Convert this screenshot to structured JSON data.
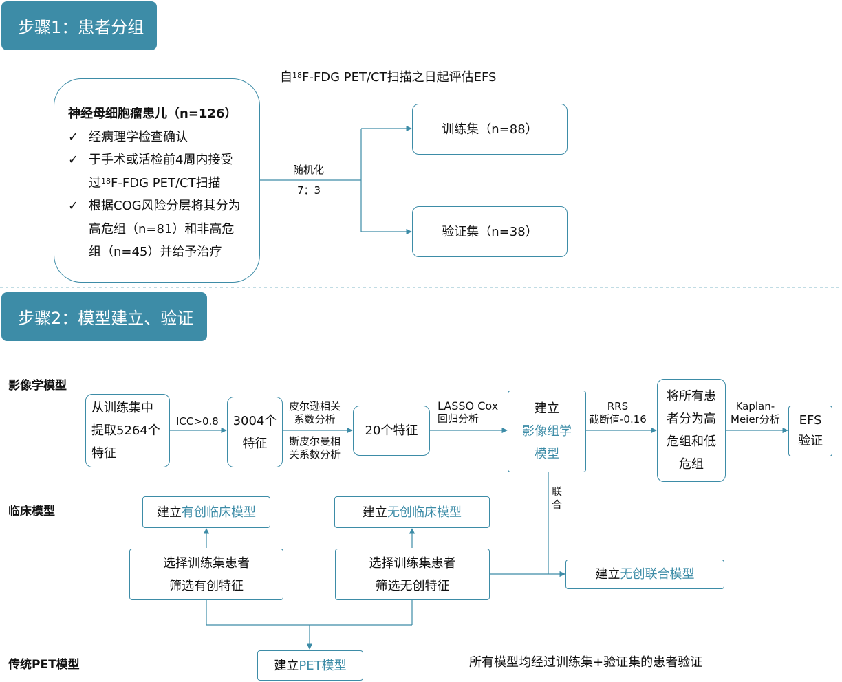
{
  "step1": {
    "label": "步骤1：患者分组"
  },
  "step2": {
    "label": "步骤2：模型建立、验证"
  },
  "efs_note": {
    "pre": "自",
    "sup": "18",
    "post": "F-FDG PET/CT扫描之日起评估EFS"
  },
  "patients": {
    "title": "神经母细胞瘤患儿（n=126）",
    "check_mark": "✓",
    "criteria": [
      {
        "line1": "经病理学检查确认"
      },
      {
        "line1": "于手术或活检前4周内接受",
        "line2_pre": "过",
        "line2_sup": "18",
        "line2_post": "F-FDG PET/CT扫描"
      },
      {
        "line1": "根据COG风险分层将其分为",
        "line2": "高危组（n=81）和非高危",
        "line3": "组（n=45）并给予治疗"
      }
    ]
  },
  "randomize": {
    "label": "随机化",
    "ratio": "7：3"
  },
  "train_set": {
    "label": "训练集（n=88）"
  },
  "valid_set": {
    "label": "验证集（n=38）"
  },
  "sections": {
    "imaging": "影像学模型",
    "clinical": "临床模型",
    "pet": "传统PET模型"
  },
  "imaging_flow": {
    "extract": {
      "l1": "从训练集中",
      "l2": "提取5264个",
      "l3": "特征"
    },
    "icc": "ICC>0.8",
    "features3004": {
      "l1": "3004个",
      "l2": "特征"
    },
    "pearson": {
      "l1": "皮尔逊相关",
      "l2": "系数分析"
    },
    "spearman": {
      "l1": "斯皮尔曼相",
      "l2": "关系数分析"
    },
    "features20": "20个特征",
    "lasso": {
      "l1": "LASSO Cox",
      "l2": "回归分析"
    },
    "radiomics": {
      "l1": "建立",
      "l2": "影像组学",
      "l3": "模型"
    },
    "rrs": {
      "l1": "RRS",
      "l2": "截断值-0.16"
    },
    "stratify": {
      "l1": "将所有患",
      "l2": "者分为高",
      "l3": "危组和低",
      "l4": "危组"
    },
    "km": {
      "l1": "Kaplan-",
      "l2": "Meier分析"
    },
    "efs": {
      "l1": "EFS",
      "l2": "验证"
    }
  },
  "combine": {
    "l1": "联",
    "l2": "合"
  },
  "clinical_flow": {
    "invasive_model": {
      "pre": "建立",
      "accent": "有创临床模型"
    },
    "noninvasive_model": {
      "pre": "建立",
      "accent": "无创临床模型"
    },
    "select_invasive": {
      "l1": "选择训练集患者",
      "l2": "筛选有创特征"
    },
    "select_noninvasive": {
      "l1": "选择训练集患者",
      "l2": "筛选无创特征"
    },
    "combined_model": {
      "pre": "建立",
      "accent": "无创联合模型"
    }
  },
  "pet_model": {
    "pre": "建立",
    "accent": "PET模型"
  },
  "footer_note": "所有模型均经过训练集+验证集的患者验证",
  "colors": {
    "accent": "#3d8ca7",
    "line": "#3d8ca7",
    "divider": "#9cc8d4"
  }
}
